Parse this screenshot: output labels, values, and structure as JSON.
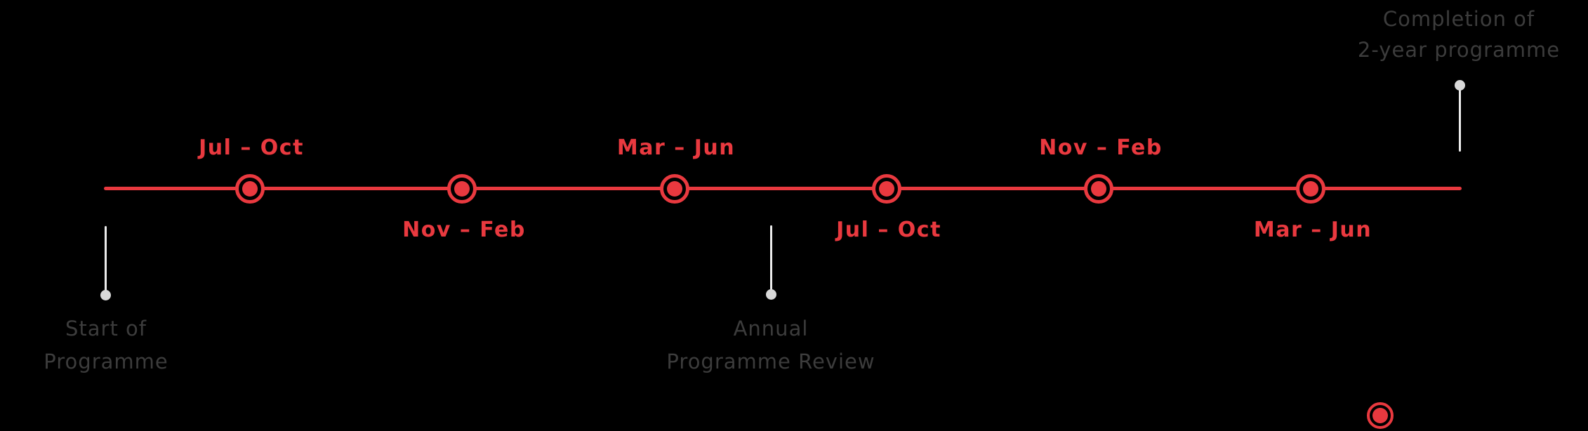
{
  "colors": {
    "background": "#000000",
    "accent_red": "#E9393F",
    "muted_text": "#3C3C3C",
    "marker_line": "#ECECEC",
    "marker_dot": "#D9D9D9"
  },
  "timeline": {
    "milestones": [
      {
        "label": "Jul – Oct",
        "position": "above"
      },
      {
        "label": "Nov – Feb",
        "position": "below"
      },
      {
        "label": "Mar – Jun",
        "position": "above"
      },
      {
        "label": "Jul – Oct",
        "position": "below"
      },
      {
        "label": "Nov – Feb",
        "position": "above"
      },
      {
        "label": "Mar – Jun",
        "position": "below"
      }
    ],
    "annotations": {
      "start": {
        "line1": "Start of",
        "line2": "Programme"
      },
      "annual_review": {
        "line1": "Annual",
        "line2": "Programme Review"
      },
      "completion": {
        "line1": "Completion of",
        "line2": "2-year programme"
      }
    }
  }
}
